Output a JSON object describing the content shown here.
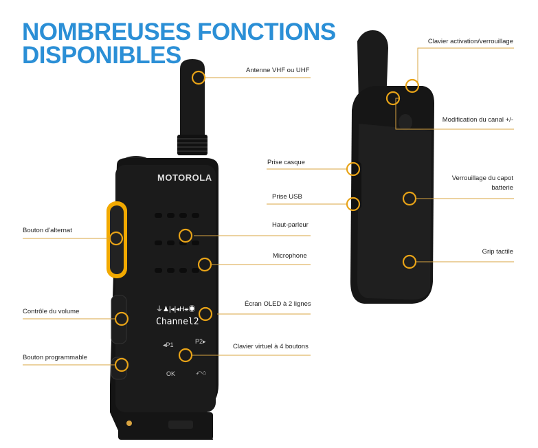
{
  "title": {
    "line1": "NOMBREUSES FONCTIONS",
    "line2": "DISPONIBLES"
  },
  "brand": "MOTOROLA",
  "display": {
    "status_icons": "⏚♟|◂|◂H⚹◉",
    "channel": "Channel2"
  },
  "keypad": {
    "p1": "◂P1",
    "p2": "P2▸",
    "ok": "OK",
    "home": "⤺⌂"
  },
  "labels": {
    "antenna": "Antenne VHF ou UHF",
    "ptt": "Bouton d’alternat",
    "volume": "Contrôle du volume",
    "programmable": "Bouton programmable",
    "headset_jack": "Prise casque",
    "usb_port": "Prise USB",
    "speaker": "Haut-parleur",
    "microphone": "Microphone",
    "oled": "Écran OLED à 2 lignes",
    "keypad": "Clavier virtuel à 4 boutons",
    "lock_key": "Clavier activation/verrouillage",
    "channel_change": "Modification du canal +/-",
    "battery_lock": "Verrouillage du capot\nbatterie",
    "grip": "Grip tactile"
  },
  "colors": {
    "title": "#2b8fd6",
    "callout": "#e8a317",
    "ptt_accent": "#f2a900"
  }
}
